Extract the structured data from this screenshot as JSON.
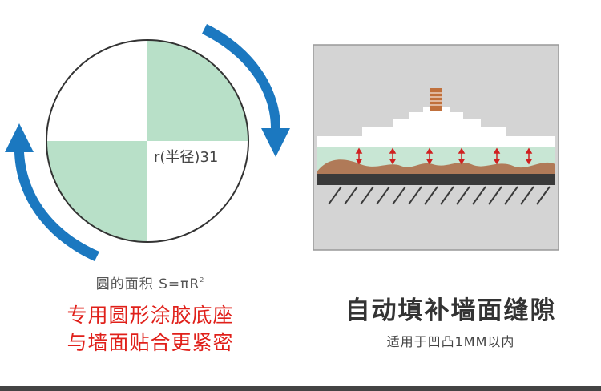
{
  "circle": {
    "radius_label": "r(半径)31",
    "formula_prefix": "圆的面积 S=πR",
    "formula_sup": "2",
    "colors": {
      "quadrant": "#b8e0c8",
      "outline": "#333333",
      "arrow": "#1b78c0"
    }
  },
  "left_caption": {
    "line1": "专用圆形涂胶底座",
    "line2": "与墙面贴合更紧密",
    "color": "#e0201a"
  },
  "right_caption": {
    "title": "自动填补墙面缝隙",
    "subtitle": "适用于凹凸1MM以内"
  },
  "wall_colors": {
    "background": "#d4d4d4",
    "glue": "#c8e6d4",
    "wall_fill": "#b07a58",
    "base": "#3a3a3a",
    "arrows": "#d02020",
    "brick": "#c0703c"
  }
}
